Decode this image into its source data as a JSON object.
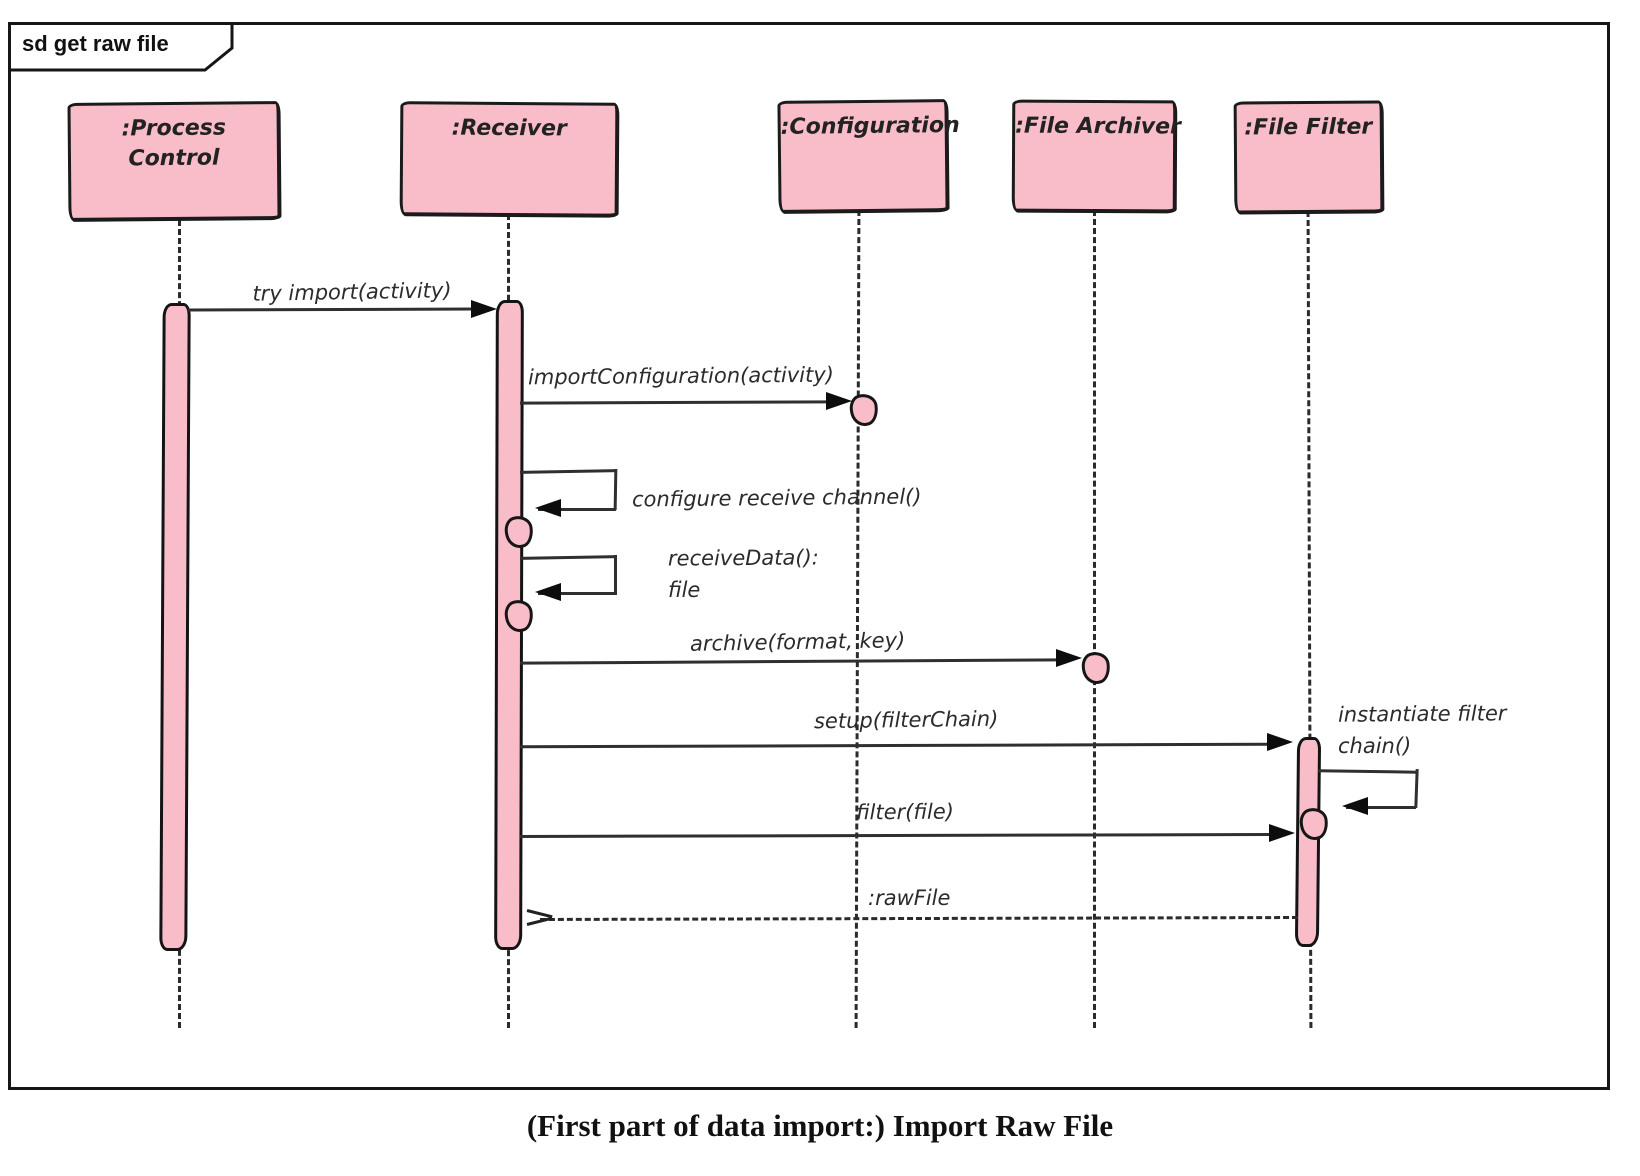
{
  "frame_label": "sd get raw file",
  "caption": "(First part of data import:) Import Raw File",
  "colors": {
    "fill_pink": "#f9bdc9",
    "line": "#2b2b2b",
    "border": "#1a1a1a",
    "background": "#ffffff"
  },
  "lifelines": [
    {
      "name": "process-control",
      "label": ":Process Control",
      "label_lines": [
        ":Process",
        "Control"
      ]
    },
    {
      "name": "receiver",
      "label": ":Receiver"
    },
    {
      "name": "configuration",
      "label": ":Configuration"
    },
    {
      "name": "file-archiver",
      "label": ":File Archiver"
    },
    {
      "name": "file-filter",
      "label": ":File Filter"
    }
  ],
  "messages": [
    {
      "label": "try import(activity)",
      "from": "process-control",
      "to": "receiver",
      "type": "sync"
    },
    {
      "label": "importConfiguration(activity)",
      "from": "receiver",
      "to": "configuration",
      "type": "sync"
    },
    {
      "label": "configure receive channel()",
      "from": "receiver",
      "to": "receiver",
      "type": "self"
    },
    {
      "label": "receiveData(): file",
      "label_lines": [
        "receiveData():",
        "file"
      ],
      "from": "receiver",
      "to": "receiver",
      "type": "self"
    },
    {
      "label": "archive(format, key)",
      "from": "receiver",
      "to": "file-archiver",
      "type": "sync"
    },
    {
      "label": "setup(filterChain)",
      "from": "receiver",
      "to": "file-filter",
      "type": "sync"
    },
    {
      "label": "instantiate filter chain()",
      "label_lines": [
        "instantiate filter",
        "chain()"
      ],
      "from": "file-filter",
      "to": "file-filter",
      "type": "self"
    },
    {
      "label": "filter(file)",
      "from": "receiver",
      "to": "file-filter",
      "type": "sync"
    },
    {
      "label": ":rawFile",
      "from": "file-filter",
      "to": "receiver",
      "type": "return"
    }
  ]
}
